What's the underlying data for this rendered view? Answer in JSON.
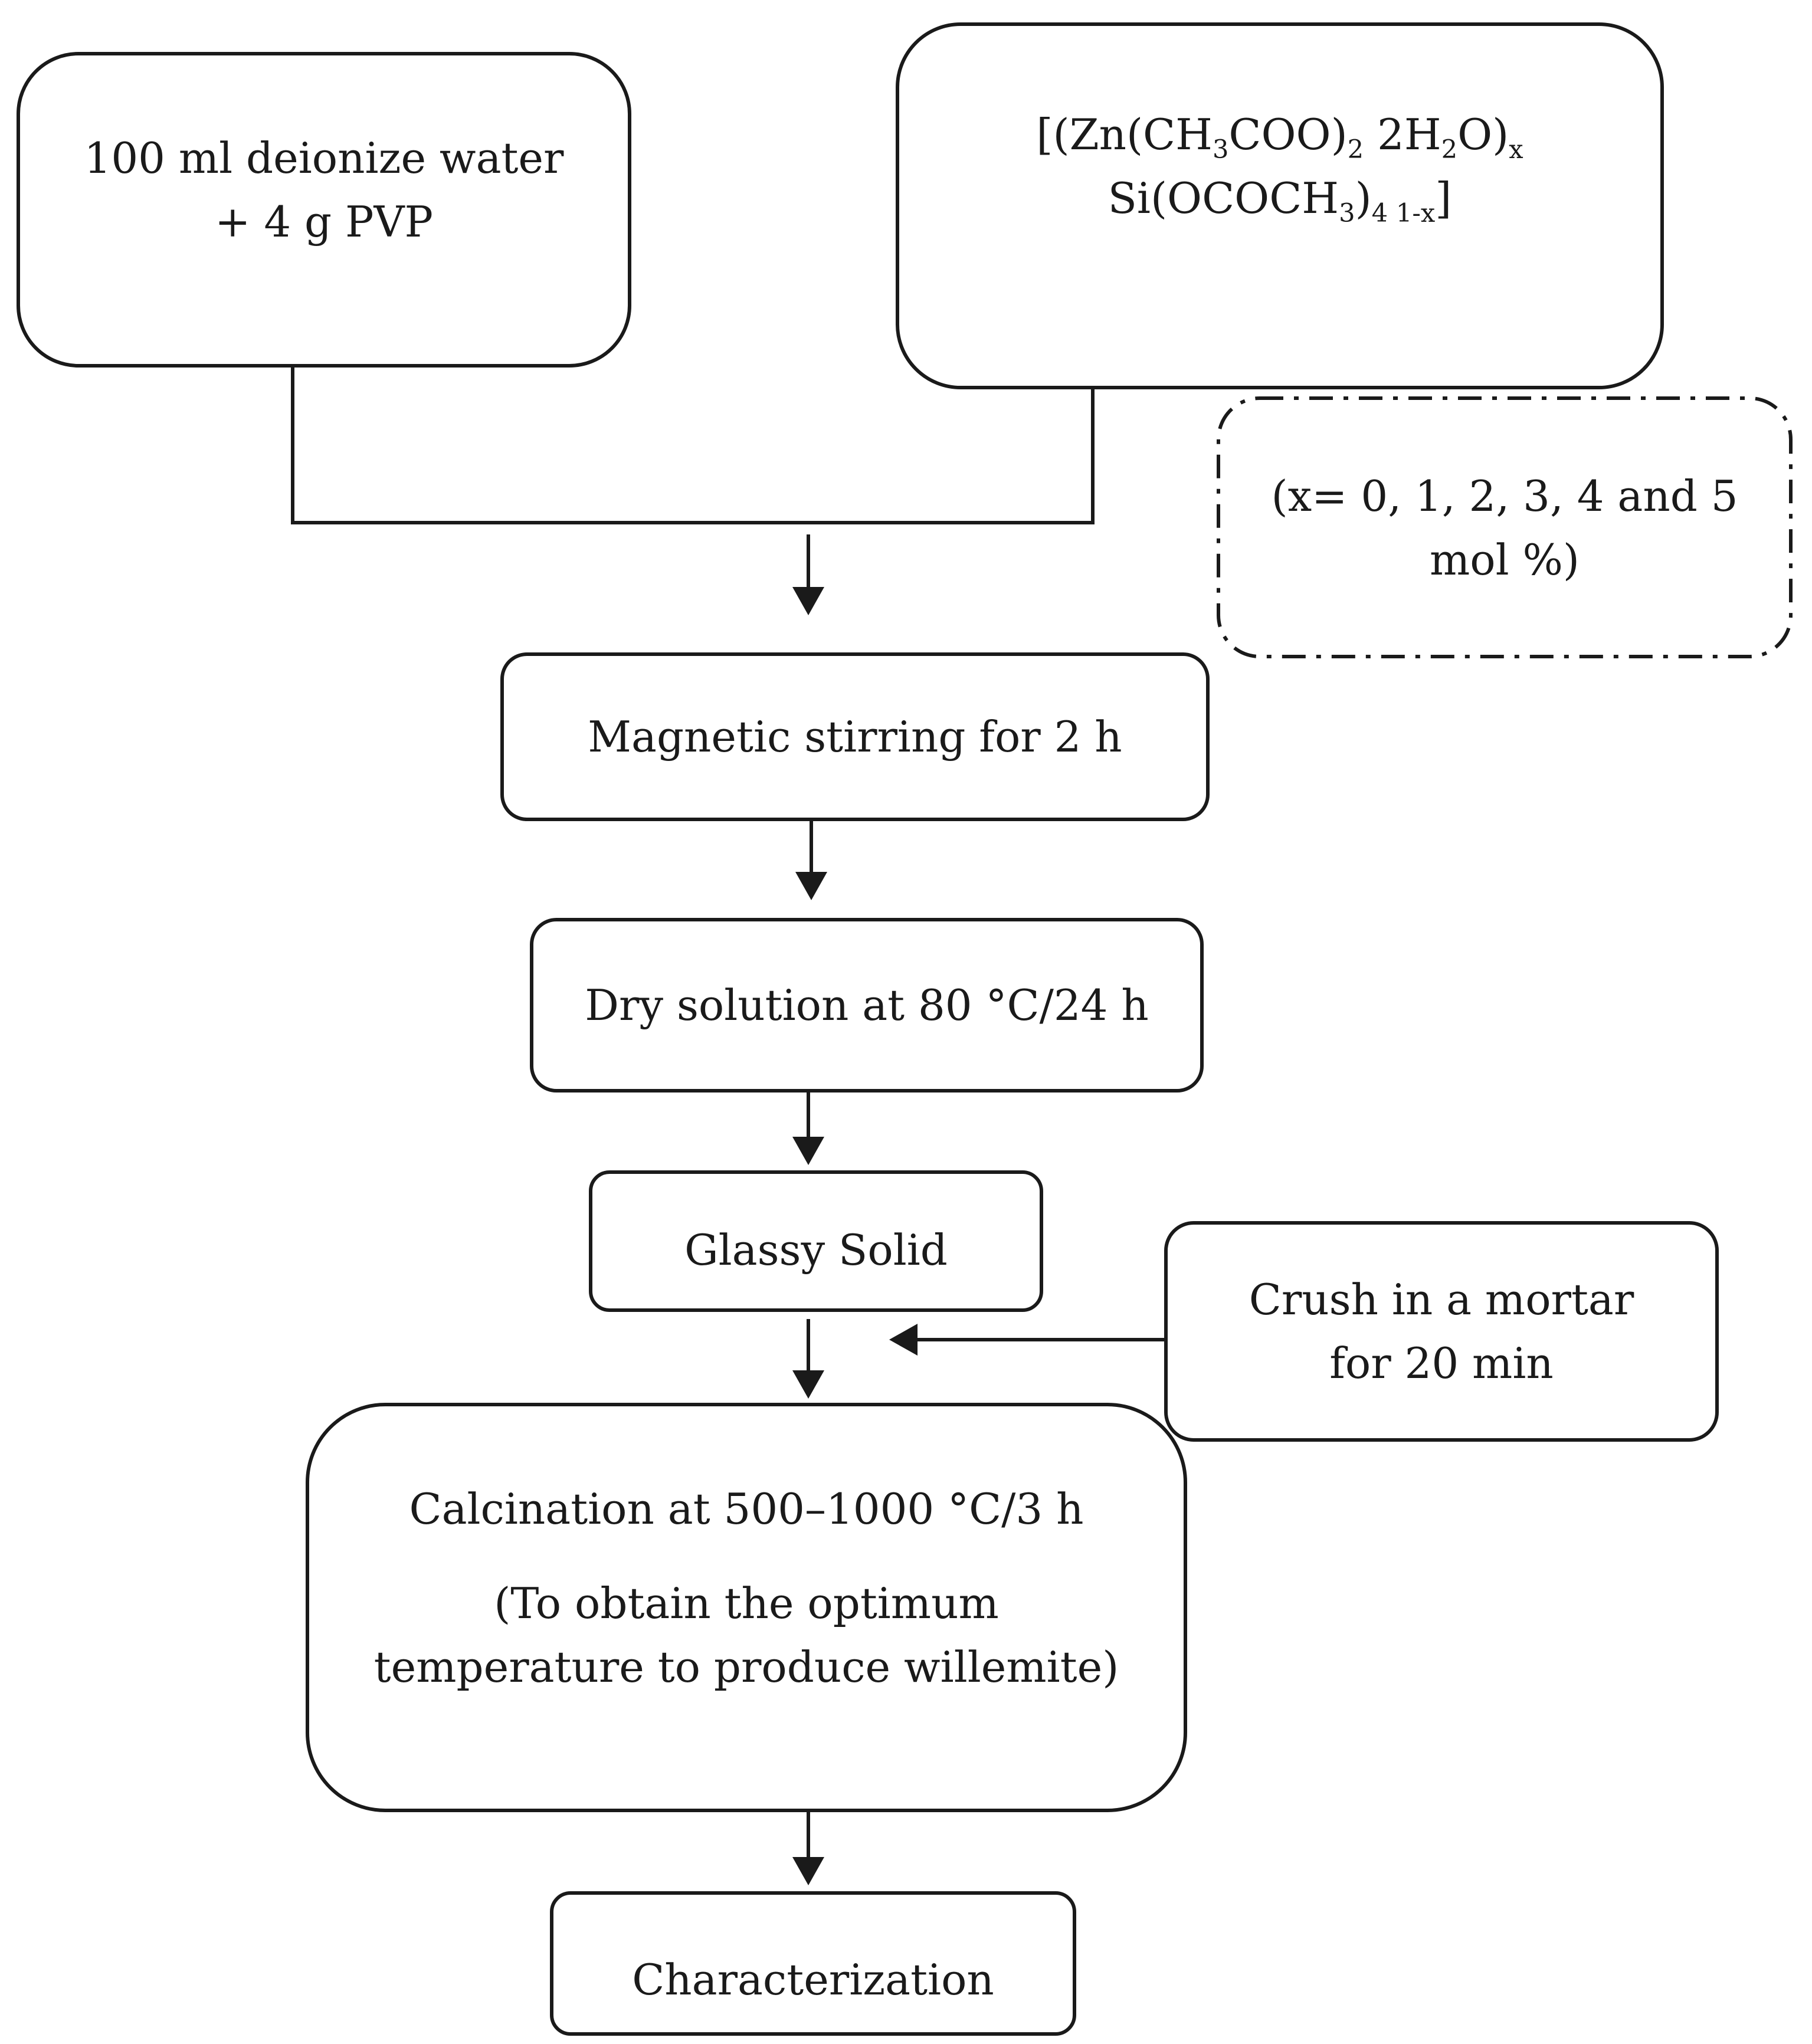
{
  "boxes": {
    "water": {
      "line1": "100 ml deionize water",
      "line2": "+ 4 g PVP"
    },
    "precursor": {
      "line1": {
        "p1": "[(Zn(CH",
        "s1": "3",
        "p2": "COO)",
        "s2": "2",
        "p3": " 2H",
        "s3": "2",
        "p4": "O)",
        "s4": "x"
      },
      "line2": {
        "p1": "Si(OCOCH",
        "s1": "3",
        "p2": ")",
        "s2": "4 1-x",
        "p3": "]"
      }
    },
    "mol": {
      "line1": "(x= 0, 1, 2, 3, 4 and 5",
      "line2": "mol %)"
    },
    "stirring": "Magnetic stirring for 2 h",
    "dry": "Dry solution at 80 °C/24 h",
    "glassy": "Glassy Solid",
    "crush": {
      "line1": "Crush in a mortar",
      "line2": "for 20 min"
    },
    "calcination": {
      "line1": "Calcination at 500–1000 °C/3 h",
      "line2": "(To obtain the optimum",
      "line3": "temperature to produce willemite)"
    },
    "characterization": "Characterization"
  },
  "colors": {
    "stroke": "#1a1a1a",
    "background": "#ffffff"
  }
}
